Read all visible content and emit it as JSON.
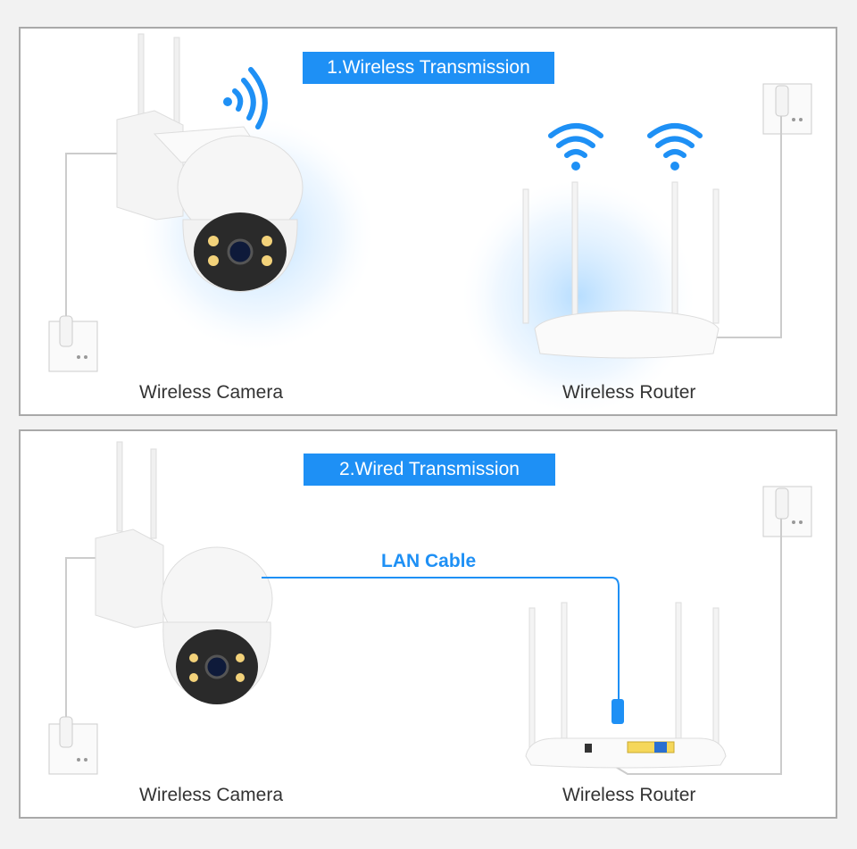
{
  "panel1": {
    "title": "1.Wireless Transmission",
    "camera_label": "Wireless Camera",
    "router_label": "Wireless Router"
  },
  "panel2": {
    "title": "2.Wired Transmission",
    "cable_label": "LAN Cable",
    "camera_label": "Wireless Camera",
    "router_label": "Wireless Router"
  },
  "colors": {
    "accent": "#1e90f5",
    "border": "#a9a9a9",
    "background": "#f2f2f2"
  }
}
